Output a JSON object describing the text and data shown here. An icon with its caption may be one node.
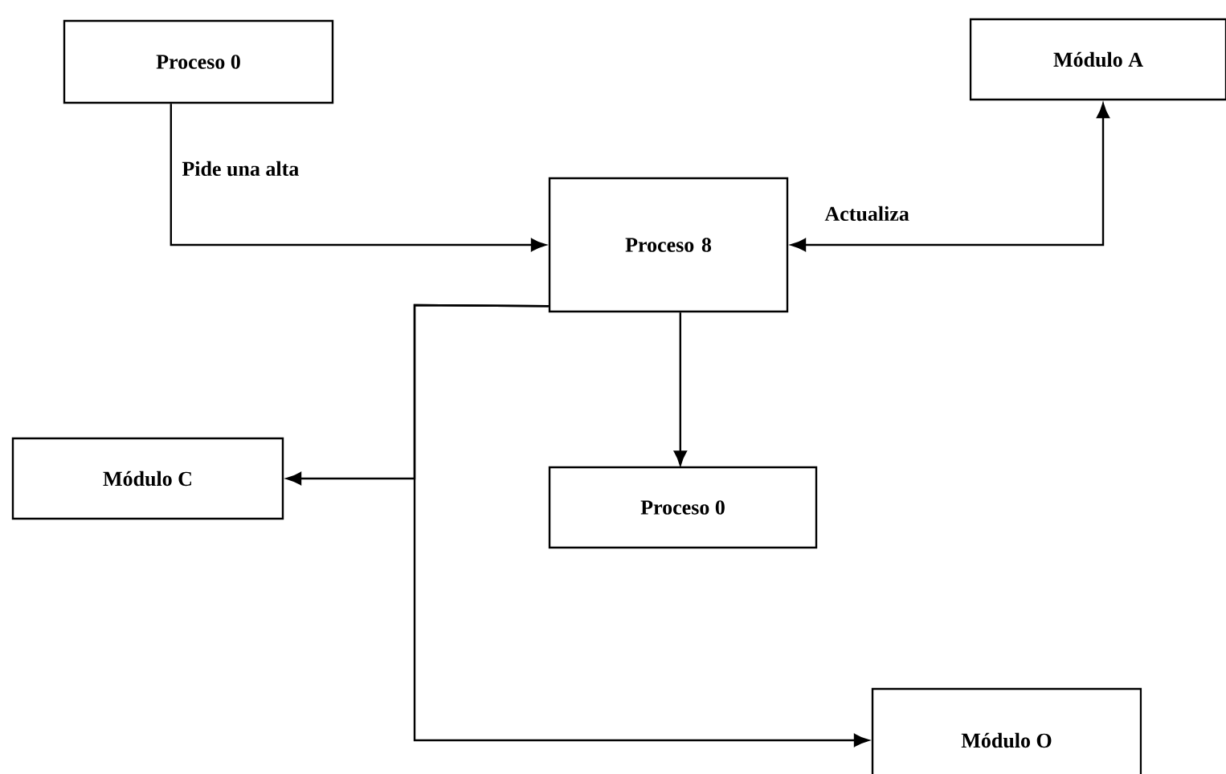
{
  "diagram": {
    "nodes": [
      {
        "text": [
          "Proceso 0"
        ]
      },
      {
        "text": [
          "Módulo A"
        ]
      },
      {
        "text": [
          "Proceso 8"
        ]
      },
      {
        "text": [
          "Módulo C"
        ]
      },
      {
        "text": [
          "Proceso 0"
        ]
      },
      {
        "text": [
          "Módulo O"
        ]
      }
    ],
    "edges": [
      {
        "from": 0,
        "to": 2,
        "arrow": "to",
        "label": "Pide una alta"
      },
      {
        "from": 2,
        "to": 1,
        "arrow": "both",
        "label": "Actualiza"
      },
      {
        "from": 2,
        "to": 4,
        "arrow": "to"
      },
      {
        "from": 2,
        "to": 3,
        "arrow": "to"
      },
      {
        "from": 2,
        "to": 5,
        "arrow": "to"
      }
    ]
  }
}
